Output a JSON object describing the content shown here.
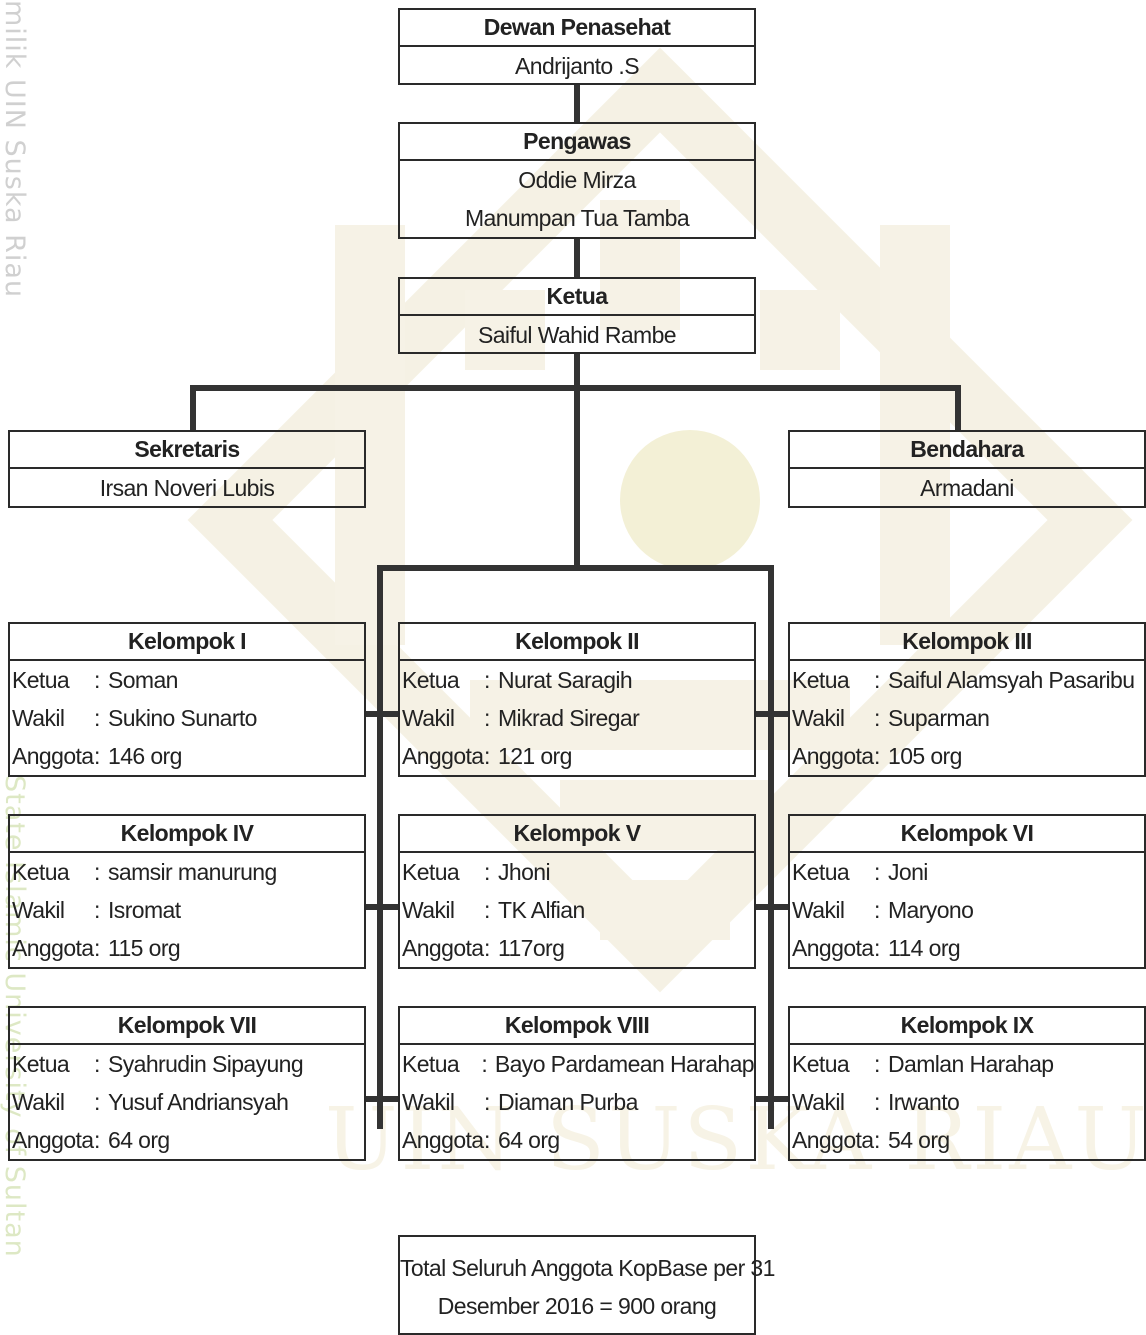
{
  "watermark": {
    "side_top": "milik UIN Suska Riau",
    "side_bottom": "State Islamic University of Sultan",
    "bottom_text": "UIN SUSKA RIAU"
  },
  "advisor": {
    "title": "Dewan Penasehat",
    "name": "Andrijanto .S"
  },
  "supervisor": {
    "title": "Pengawas",
    "names": [
      "Oddie Mirza",
      "Manumpan Tua Tamba"
    ]
  },
  "chair": {
    "title": "Ketua",
    "name": "Saiful Wahid Rambe"
  },
  "secretary": {
    "title": "Sekretaris",
    "name": "Irsan Noveri Lubis"
  },
  "treasurer": {
    "title": "Bendahara",
    "name": "Armadani"
  },
  "labels": {
    "ketua": "Ketua",
    "wakil": "Wakil",
    "anggota": "Anggota",
    "colon": ":"
  },
  "groups": [
    {
      "title": "Kelompok I",
      "ketua": "Soman",
      "wakil": "Sukino Sunarto",
      "anggota": "146 org"
    },
    {
      "title": "Kelompok II",
      "ketua": "Nurat Saragih",
      "wakil": "Mikrad Siregar",
      "anggota": "121 org"
    },
    {
      "title": "Kelompok III",
      "ketua": "Saiful Alamsyah Pasaribu",
      "wakil": "Suparman",
      "anggota": "105 org"
    },
    {
      "title": "Kelompok IV",
      "ketua": "samsir manurung",
      "wakil": "Isromat",
      "anggota": "115 org"
    },
    {
      "title": "Kelompok V",
      "ketua": "Jhoni",
      "wakil": "TK Alfian",
      "anggota": "117org"
    },
    {
      "title": "Kelompok VI",
      "ketua": "Joni",
      "wakil": "Maryono",
      "anggota": "114 org"
    },
    {
      "title": "Kelompok VII",
      "ketua": "Syahrudin Sipayung",
      "wakil": "Yusuf Andriansyah",
      "anggota": "64 org"
    },
    {
      "title": "Kelompok VIII",
      "ketua": "Bayo Pardamean Harahap",
      "wakil": "Diaman Purba",
      "anggota": "64 org"
    },
    {
      "title": "Kelompok IX",
      "ketua": "Damlan Harahap",
      "wakil": "Irwanto",
      "anggota": "54 org"
    }
  ],
  "total": {
    "line1": "Total Seluruh Anggota KopBase per 31",
    "line2": "Desember 2016 = 900 orang"
  }
}
